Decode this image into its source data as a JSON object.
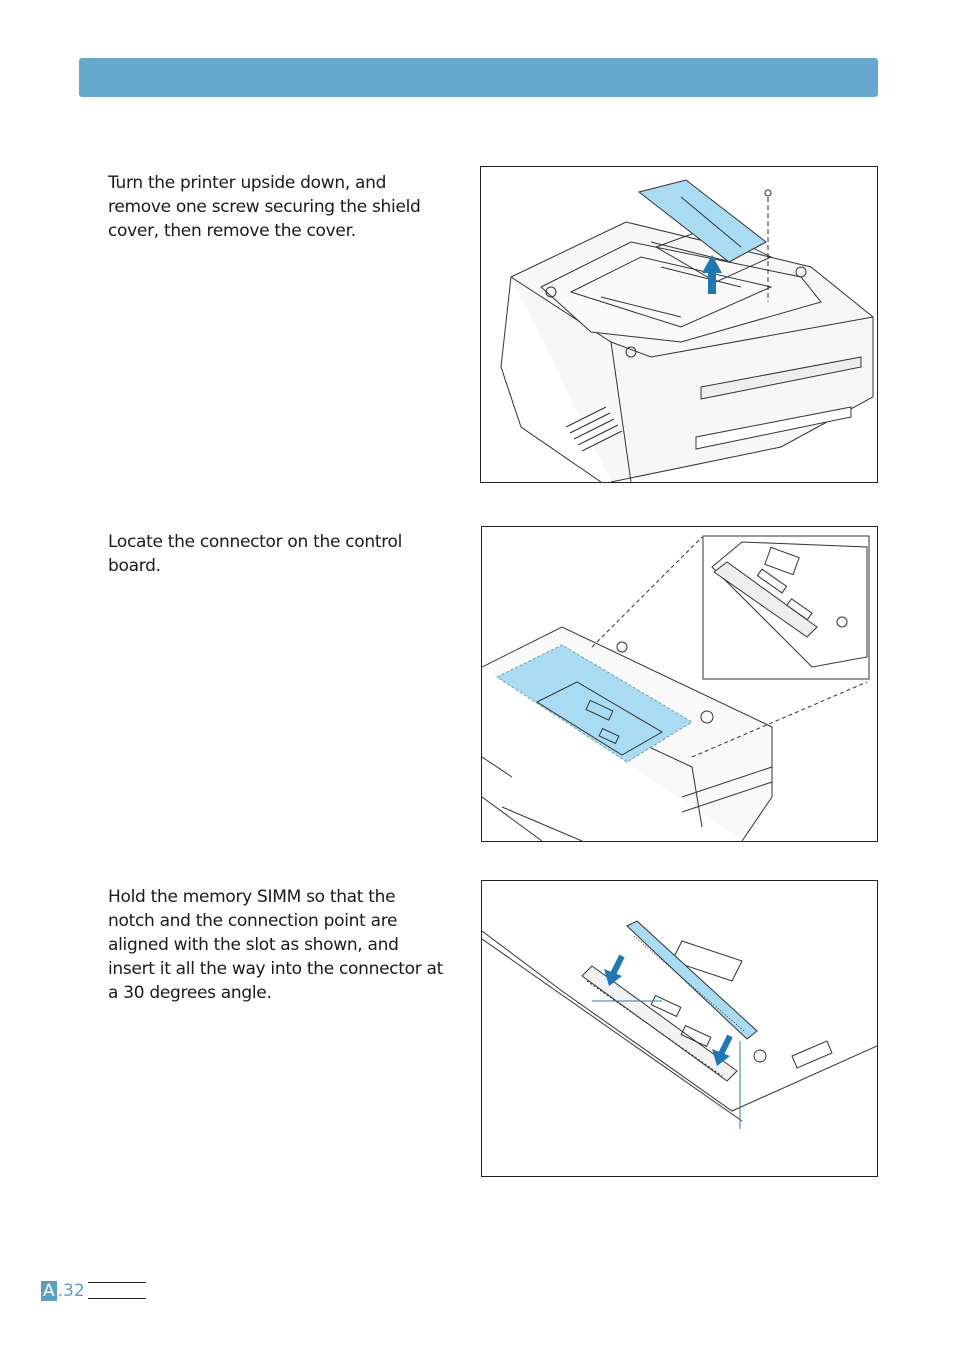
{
  "steps": [
    {
      "text": "Turn the printer upside down, and\nremove one screw securing the shield\ncover, then remove the cover."
    },
    {
      "text": "Locate the connector on the control\nboard."
    },
    {
      "text": "Hold the memory SIMM so that the\nnotch      and the connection point      are\naligned with the slot as shown, and\ninsert it all the way into the connector at\na 30 degrees angle."
    }
  ],
  "footer": {
    "page_letter": "A",
    "page_number": ".32"
  },
  "colors": {
    "header": "#66a9cc",
    "highlight": "#a9dcf2",
    "arrow": "#1e78b4"
  }
}
